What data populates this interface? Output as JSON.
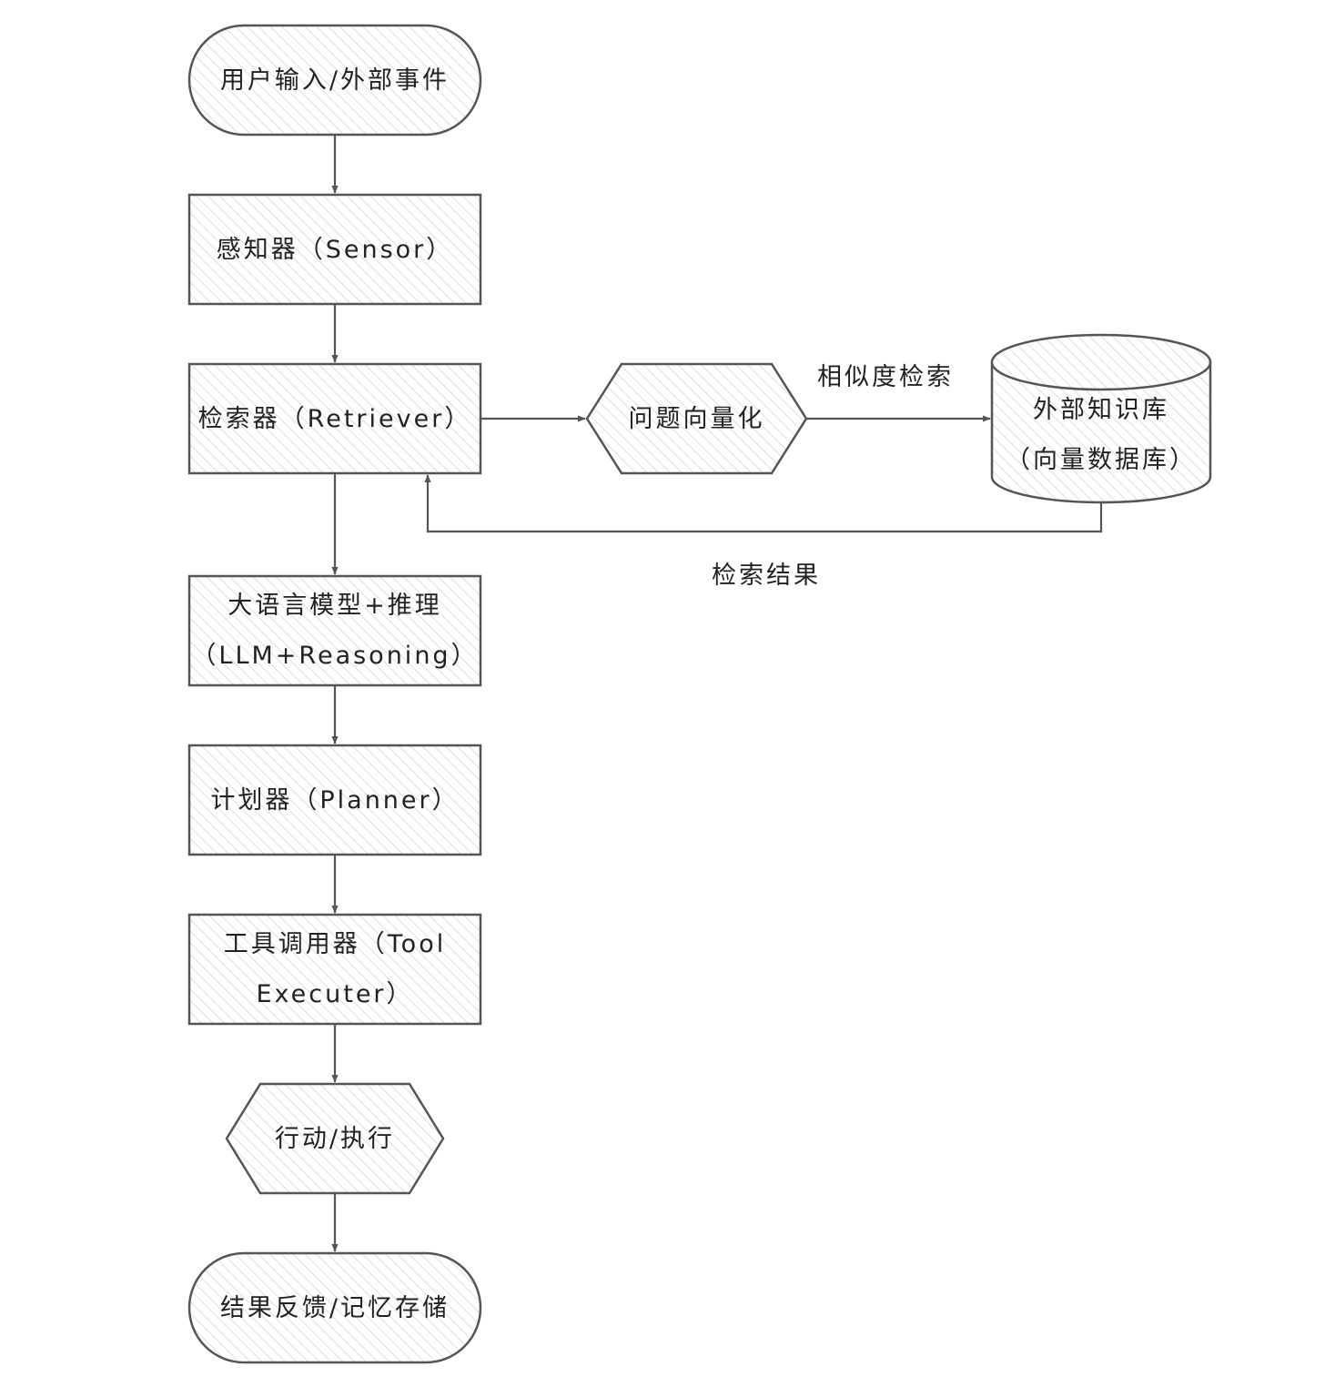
{
  "nodes": {
    "input": {
      "label": "用户输入/外部事件"
    },
    "sensor": {
      "label": "感知器（Sensor）"
    },
    "retriever": {
      "label": "检索器（Retriever）"
    },
    "vectorize": {
      "label": "问题向量化"
    },
    "knowledge_base": {
      "line1": "外部知识库",
      "line2": "（向量数据库）"
    },
    "llm": {
      "line1": "大语言模型+推理",
      "line2": "（LLM+Reasoning）"
    },
    "planner": {
      "label": "计划器（Planner）"
    },
    "tool_executer": {
      "line1": "工具调用器（Tool",
      "line2": "Executer）"
    },
    "action": {
      "label": "行动/执行"
    },
    "feedback": {
      "label": "结果反馈/记忆存储"
    }
  },
  "edges": {
    "similarity_search": {
      "label": "相似度检索"
    },
    "retrieval_result": {
      "label": "检索结果"
    }
  },
  "colors": {
    "stroke": "#555555",
    "hatch": "#d6d6d6",
    "text": "#222222"
  }
}
